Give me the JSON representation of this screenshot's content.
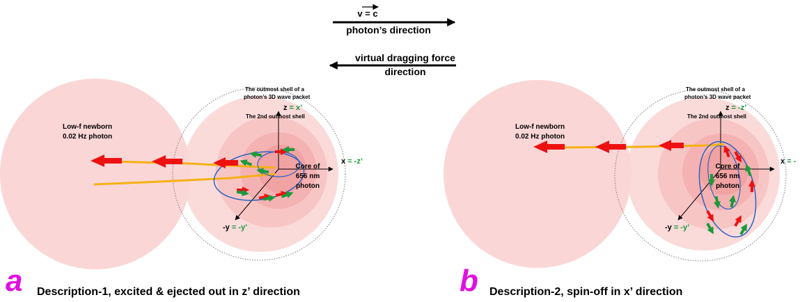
{
  "top": {
    "velocity_label": "v = c",
    "photon_direction_label": "photon’s direction",
    "drag_label_line1": "virtual dragging force",
    "drag_label_line2": "direction"
  },
  "panels": [
    {
      "letter": "a",
      "caption": "Description-1, excited & ejected out in z’ direction",
      "outer_shell_line1": "The outmost shell of a",
      "outer_shell_line2": "photon’s 3D wave packet",
      "second_shell": "The 2nd outmost shell",
      "newborn_line1": "Low-f newborn",
      "newborn_line2": "0.02 Hz photon",
      "core_line1": "Core of",
      "core_line2": "656 nm",
      "core_line3": "photon",
      "z_axis": "z",
      "z_eq": " = x’",
      "x_axis": "x",
      "x_eq": " = -z’",
      "y_axis": "-y",
      "y_eq": " = -y’"
    },
    {
      "letter": "b",
      "caption": "Description-2, spin-off in x’ direction",
      "outer_shell_line1": "The outmost shell of a",
      "outer_shell_line2": "photon’s 3D wave packet",
      "second_shell": "The 2nd outmost shell",
      "newborn_line1": "Low-f newborn",
      "newborn_line2": "0.02 Hz photon",
      "core_line1": "Core of",
      "core_line2": "656 nm",
      "core_line3": "photon",
      "z_axis": "z",
      "z_eq": " = -z’",
      "x_axis": "x",
      "x_eq": " = -",
      "y_axis": "-y",
      "y_eq": " = -y’"
    }
  ],
  "colors": {
    "packet_fill": "#f9c9c9",
    "arrow_red": "#ee1111",
    "arrow_green": "#1a9a3c",
    "trail_orange": "#f5b014",
    "orbit_blue": "#2a62c4",
    "letter_magenta": "#e011e0"
  }
}
